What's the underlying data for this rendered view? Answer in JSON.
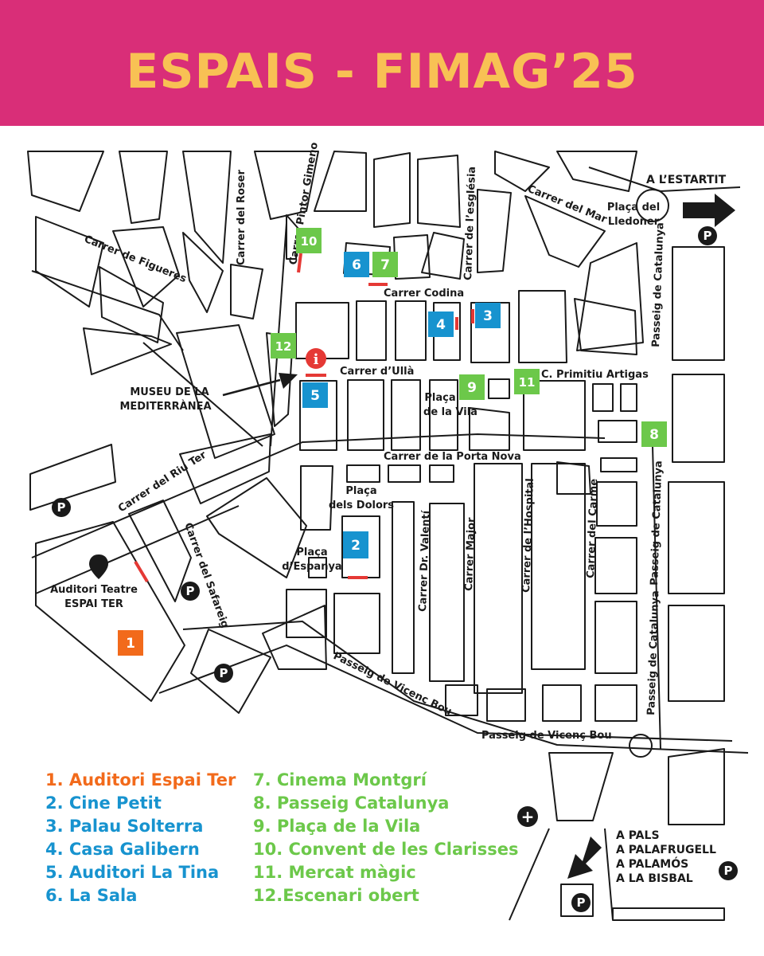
{
  "header": {
    "title": "ESPAIS - FIMAG’25"
  },
  "colors": {
    "header_bg": "#d92e78",
    "title": "#f8c154",
    "orange": "#f26a1b",
    "blue": "#1793cf",
    "green": "#6cc84a",
    "entrance": "#e53935"
  },
  "streets": {
    "figueres": "Carrer de Figueres",
    "roser": "Carrer del Roser",
    "pintor_gimeno": "Carrer Pintor Gimeno",
    "esglesia": "Carrer de l’església",
    "mar": "Carrer del Mar",
    "codina": "Carrer Codina",
    "ulla": "Carrer d’Ullà",
    "primitiu": "C. Primitiu Artigas",
    "porta_nova": "Carrer de la Porta Nova",
    "riu_ter": "Carrer del Riu Ter",
    "safareig": "Carrer del Safareig",
    "dr_valenti": "Carrer Dr. Valentí",
    "major": "Carrer Major",
    "hospital": "Carrer de l’Hospital",
    "carme": "Carrer del Carme",
    "catalunya": "Passeig de Catalunya",
    "vicenc_bou": "Passeig de Vicenç Bou"
  },
  "places": {
    "lledoner_1": "Plaça del",
    "lledoner_2": "Lledoner",
    "vila_1": "Plaça",
    "vila_2": "de la Vila",
    "dolors_1": "Plaça",
    "dolors_2": "dels Dolors",
    "espanya_1": "Plaça",
    "espanya_2": "d’Espanya",
    "museu_1": "MUSEU DE LA",
    "museu_2": "MEDITERRÀNEA",
    "auditori_1": "Auditori Teatre",
    "auditori_2": "ESPAI TER"
  },
  "directions": {
    "estartit": "A L’ESTARTIT",
    "pals": "A PALS",
    "palafrugell": "A PALAFRUGELL",
    "palamos": "A PALAMÓS",
    "bisbal": "A LA BISBAL"
  },
  "icons": {
    "parking": "P",
    "info": "i",
    "hospital": "+"
  },
  "markers": [
    {
      "num": "1",
      "color": "orange"
    },
    {
      "num": "2",
      "color": "blue"
    },
    {
      "num": "3",
      "color": "blue"
    },
    {
      "num": "4",
      "color": "blue"
    },
    {
      "num": "5",
      "color": "blue"
    },
    {
      "num": "6",
      "color": "blue"
    },
    {
      "num": "7",
      "color": "green"
    },
    {
      "num": "8",
      "color": "green"
    },
    {
      "num": "9",
      "color": "green"
    },
    {
      "num": "10",
      "color": "green"
    },
    {
      "num": "11",
      "color": "green"
    },
    {
      "num": "12",
      "color": "green"
    }
  ],
  "legend": [
    {
      "text": "1. Auditori Espai Ter",
      "color": "orange"
    },
    {
      "text": "2. Cine Petit",
      "color": "blue"
    },
    {
      "text": "3. Palau Solterra",
      "color": "blue"
    },
    {
      "text": "4. Casa Galibern",
      "color": "blue"
    },
    {
      "text": "5. Auditori La Tina",
      "color": "blue"
    },
    {
      "text": "6. La Sala",
      "color": "blue"
    },
    {
      "text": "7. Cinema Montgrí",
      "color": "green"
    },
    {
      "text": "8. Passeig Catalunya",
      "color": "green"
    },
    {
      "text": "9. Plaça de la Vila",
      "color": "green"
    },
    {
      "text": "10. Convent de les Clarisses",
      "color": "green"
    },
    {
      "text": "11. Mercat màgic",
      "color": "green"
    },
    {
      "text": "12.Escenari obert",
      "color": "green"
    }
  ]
}
